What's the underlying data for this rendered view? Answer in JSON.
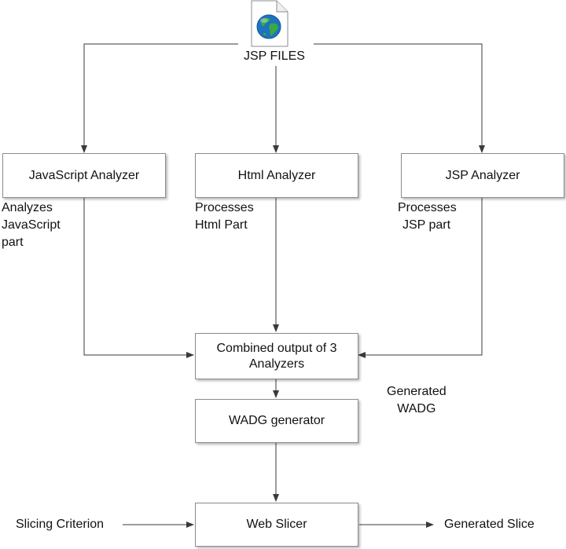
{
  "source": {
    "label": "JSP FILES",
    "icon": "globe-document-icon"
  },
  "analyzers": {
    "javascript": {
      "label": "JavaScript Analyzer",
      "note": [
        "Analyzes",
        "JavaScript",
        "part"
      ]
    },
    "html": {
      "label": "Html Analyzer",
      "note": [
        "Processes",
        "Html Part"
      ]
    },
    "jsp": {
      "label": "JSP Analyzer",
      "note": [
        "Processes",
        "JSP part"
      ]
    }
  },
  "combined": {
    "label_line1": "Combined output of 3",
    "label_line2": "Analyzers"
  },
  "wadg": {
    "label": "WADG generator",
    "note": [
      "Generated",
      "WADG"
    ]
  },
  "slicer": {
    "label": "Web Slicer",
    "input_label": "Slicing Criterion",
    "output_label": "Generated Slice"
  },
  "colors": {
    "line": "#3a3a3a",
    "box_border": "#8c8c8c",
    "globe_water": "#1e73be",
    "globe_land": "#3aa845"
  }
}
